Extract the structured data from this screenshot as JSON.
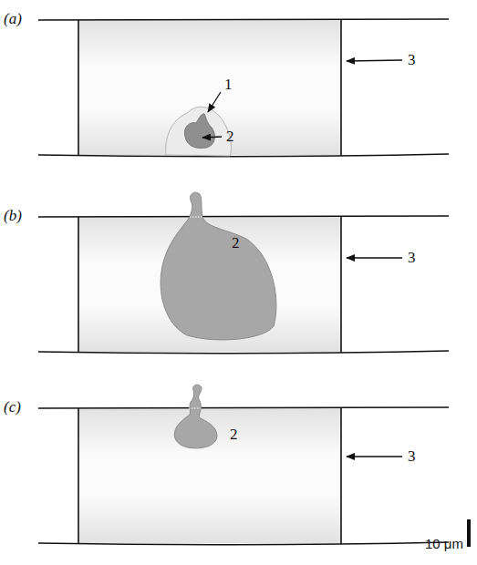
{
  "diagram": {
    "labels": [
      "(a)",
      "1",
      "2",
      "3",
      "(b)",
      "2",
      "3",
      "(c)",
      "2",
      "3",
      "10 μm"
    ]
  }
}
